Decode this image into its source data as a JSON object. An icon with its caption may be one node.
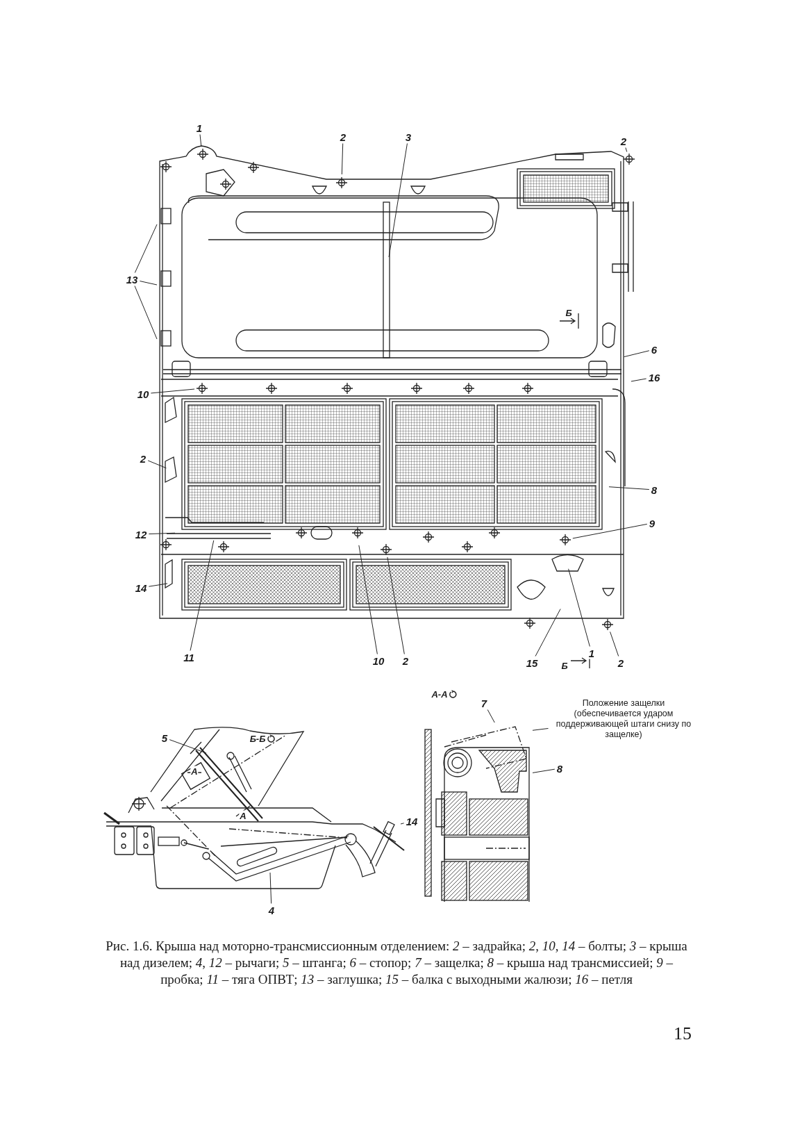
{
  "diagram": {
    "caption": "Рис. 1.6. Крыша над моторно-трансмиссионным отделением: *2* – задрайка; *2*, *10*, *14* – болты; *3* – крыша над дизелем; *4*, *12* – рычаги; *5* – штанга; *6* – стопор; *7* – защелка; *8* – крыша над трансмиссией; *9* – пробка; *11* – тяга ОПВТ; *13* – заглушка; *15* – балка с выходными жалюзи; *16* – петля",
    "nodes": [
      {
        "text": [
          "1"
        ]
      },
      {
        "text": [
          "2"
        ]
      },
      {
        "text": [
          "3"
        ]
      },
      {
        "text": [
          "2"
        ]
      },
      {
        "text": [
          "13"
        ]
      },
      {
        "text": [
          "6"
        ]
      },
      {
        "text": [
          "16"
        ]
      },
      {
        "text": [
          "10"
        ]
      },
      {
        "text": [
          "2"
        ]
      },
      {
        "text": [
          "8"
        ]
      },
      {
        "text": [
          "12"
        ]
      },
      {
        "text": [
          "9"
        ]
      },
      {
        "text": [
          "14"
        ]
      },
      {
        "text": [
          "11"
        ]
      },
      {
        "text": [
          "10"
        ]
      },
      {
        "text": [
          "2"
        ]
      },
      {
        "text": [
          "15"
        ]
      },
      {
        "text": [
          "1"
        ]
      },
      {
        "text": [
          "2"
        ]
      },
      {
        "text": [
          "5"
        ]
      },
      {
        "text": [
          "14"
        ]
      },
      {
        "text": [
          "4"
        ]
      },
      {
        "text": [
          "7"
        ]
      },
      {
        "text": [
          "8"
        ]
      },
      {
        "text": [
          "Положение защелки (обеспечивается ударом поддерживающей штаги снизу по защелке)"
        ]
      },
      {
        "text": [],
        "shape": "picture"
      }
    ],
    "edges": [
      {
        "from": 0,
        "to": null,
        "arrow": "none"
      },
      {
        "from": 1,
        "to": null,
        "arrow": "none"
      },
      {
        "from": 2,
        "to": null,
        "arrow": "none"
      },
      {
        "from": 3,
        "to": null,
        "arrow": "none"
      },
      {
        "from": 4,
        "to": null,
        "arrow": "none"
      },
      {
        "from": 4,
        "to": null,
        "arrow": "none"
      },
      {
        "from": 4,
        "to": null,
        "arrow": "none"
      },
      {
        "from": 5,
        "to": null,
        "arrow": "none"
      },
      {
        "from": 6,
        "to": null,
        "arrow": "none"
      },
      {
        "from": 7,
        "to": null,
        "arrow": "none"
      },
      {
        "from": 8,
        "to": null,
        "arrow": "none"
      },
      {
        "from": 9,
        "to": null,
        "arrow": "none"
      },
      {
        "from": 10,
        "to": null,
        "arrow": "none"
      },
      {
        "from": 11,
        "to": null,
        "arrow": "none"
      },
      {
        "from": 12,
        "to": null,
        "arrow": "none"
      },
      {
        "from": 13,
        "to": null,
        "arrow": "none"
      },
      {
        "from": 14,
        "to": null,
        "arrow": "none"
      },
      {
        "from": 15,
        "to": null,
        "arrow": "none"
      },
      {
        "from": 16,
        "to": null,
        "arrow": "none"
      },
      {
        "from": 17,
        "to": null,
        "arrow": "none"
      },
      {
        "from": 18,
        "to": null,
        "arrow": "none"
      },
      {
        "from": 19,
        "to": null,
        "arrow": "none"
      },
      {
        "from": 20,
        "to": null,
        "arrow": "none"
      },
      {
        "from": 21,
        "to": null,
        "arrow": "none"
      },
      {
        "from": 22,
        "to": 25,
        "arrow": "none"
      },
      {
        "from": 23,
        "to": 25,
        "arrow": "none"
      },
      {
        "from": 24,
        "to": 25,
        "arrow": "none"
      }
    ],
    "labels": [
      "Б",
      "Б",
      "А-А",
      "Б-Б",
      "А",
      "А",
      "15"
    ]
  }
}
